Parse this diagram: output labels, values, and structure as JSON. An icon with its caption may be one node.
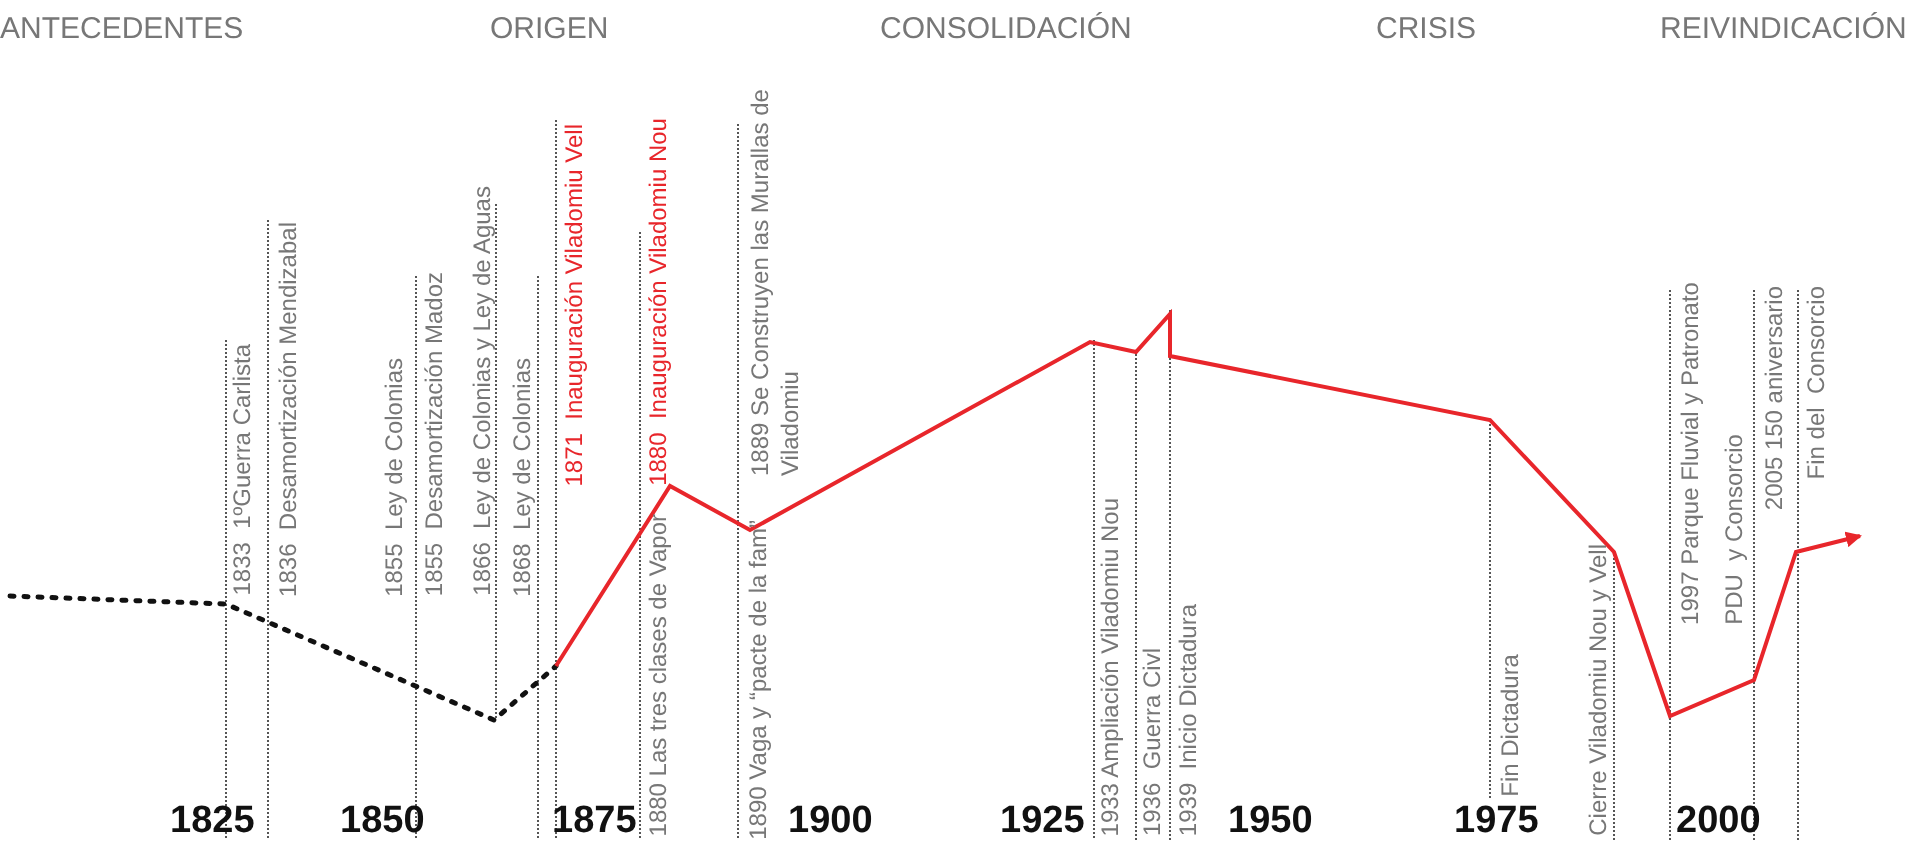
{
  "diagram": {
    "labels": [
      "ANTECEDENTES",
      "ORIGEN",
      "CONSOLIDACIÓN",
      "CRISIS",
      "REIVINDICACIÓN",
      "1833  1ºGuerra Carlista",
      "1836  Desamortización Mendizabal",
      "1855  Ley de Colonias",
      "1855  Desamortización Madoz",
      "1866  Ley de Colonias y Ley de Aguas",
      "1868  Ley de Colonias",
      "1871  Inauguración Viladomiu Vell",
      "1880  Inauguración Viladomiu Nou",
      "1880 Las tres clases de Vapor",
      "1889 Se Construyen las Murallas de Viladomiu",
      "1890 Vaga y “pacte de la fam”",
      "1933 Ampliación Viladomiu Nou",
      "1936  Guerra Civl",
      "1939  Inicio Dictadura",
      "Fin Dictadura",
      "Cierre Viladomiu Nou y Vell",
      "1997 Parque Fluvial y Patronato",
      "PDU  y Consorcio",
      "2005 150 aniversario",
      "Fin del  Consorcio",
      "1825",
      "1850",
      "1875",
      "1900",
      "1925",
      "1950",
      "1975",
      "2000"
    ]
  }
}
